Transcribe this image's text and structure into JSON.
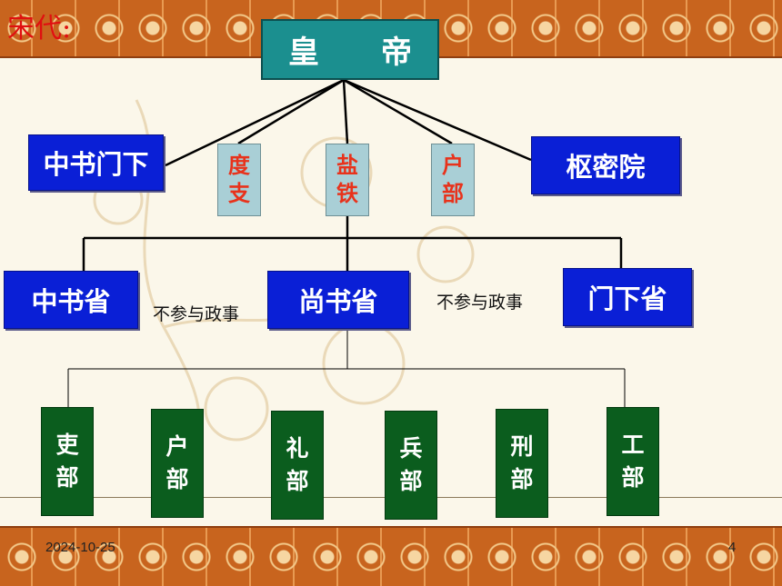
{
  "title": "宋代:",
  "diagram": {
    "emperor": "皇　　帝",
    "left_top": "中书门下",
    "right_top": "枢密院",
    "finance": [
      "度\n支",
      "盐\n铁",
      "户\n部"
    ],
    "provinces": {
      "left": "中书省",
      "center": "尚书省",
      "right": "门下省"
    },
    "notes": [
      "不参与政事",
      "不参与政事"
    ],
    "ministries": [
      "吏\n部",
      "户\n部",
      "礼\n部",
      "兵\n部",
      "刑\n部",
      "工\n部"
    ]
  },
  "footer": {
    "date": "2024-10-25",
    "page": "4"
  },
  "colors": {
    "band": "#c8641e",
    "teal": "#1b8f8f",
    "blue": "#0a1fd6",
    "finance_bg": "#a9cfd6",
    "finance_text": "#e8321b",
    "green": "#0b5d1e"
  }
}
